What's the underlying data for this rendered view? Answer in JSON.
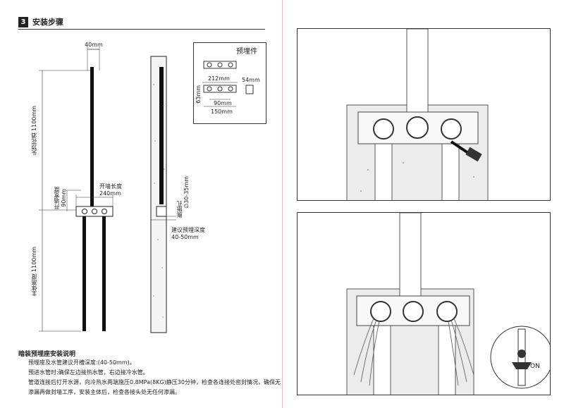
{
  "left_page": {
    "section": {
      "number": "3",
      "title": "安装步骤"
    },
    "dims": {
      "pipe_width": "40mm",
      "top_height": "头顶花洒 1100mm",
      "slot_width": "开墙宽度",
      "slot_width_value": "90mm",
      "wall_length": "开墙长度",
      "wall_length_value": "240mm",
      "bottom_height": "主体高度 1100mm",
      "screw_hole": "膨胀孔",
      "screw_hole_value": "∅30-35mm",
      "embed_depth": "建议预埋深度",
      "embed_depth_value": "40-50mm"
    },
    "inset": {
      "title": "预埋件",
      "d1": "212mm",
      "d2": "54mm",
      "d3": "63mm",
      "d4": "90mm",
      "d5": "150mm"
    },
    "instructions": {
      "title": "暗装预埋座安装说明",
      "lines": [
        "预埋座及水管建议开槽深度:(40-50mm)。",
        "预进水管时:确保左边接热水管，右边接冷水管。",
        "管道连接后打开水源，向冷热水两端施压0.8MPa(8KG)静压30分钟，检查各连接处密封情况，确保无",
        "渗漏再做封墙工序，安装主体后，检查各接头处无任何渗漏。"
      ]
    }
  },
  "right_page": {
    "valve_label": "ON"
  }
}
